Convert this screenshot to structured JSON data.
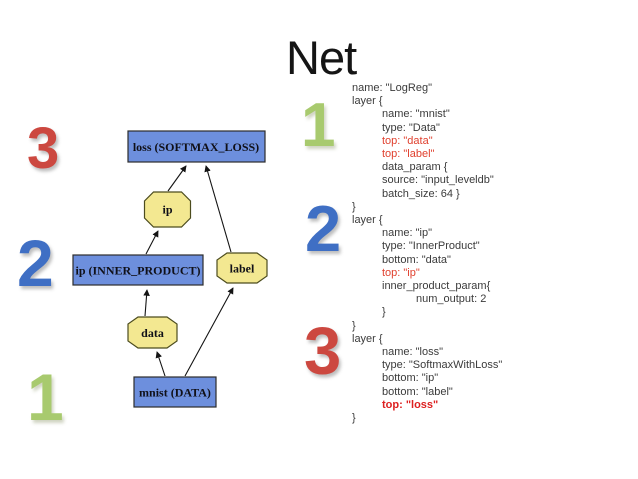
{
  "title": "Net",
  "numbers": {
    "left": [
      {
        "value": "3",
        "color": "#cc4840"
      },
      {
        "value": "2",
        "color": "#3f6fc4"
      },
      {
        "value": "1",
        "color": "#a8ca6e"
      }
    ],
    "middle": [
      {
        "value": "1",
        "color": "#a8ca6e"
      },
      {
        "value": "2",
        "color": "#3f6fc4"
      },
      {
        "value": "3",
        "color": "#cc4840"
      }
    ]
  },
  "colors": {
    "layer_node_fill": "#6d8fdd",
    "blob_node_fill": "#f3e891",
    "code_text": "#3b3b3b",
    "code_highlight": "#e0402e",
    "title_text": "#151515"
  },
  "diagram": {
    "nodes": [
      {
        "id": "loss",
        "label": "loss (SOFTMAX_LOSS)",
        "shape": "rect"
      },
      {
        "id": "ip-blob",
        "label": "ip",
        "shape": "octagon"
      },
      {
        "id": "ip-layer",
        "label": "ip (INNER_PRODUCT)",
        "shape": "rect"
      },
      {
        "id": "label-blob",
        "label": "label",
        "shape": "octagon"
      },
      {
        "id": "data-blob",
        "label": "data",
        "shape": "octagon"
      },
      {
        "id": "mnist",
        "label": "mnist (DATA)",
        "shape": "rect"
      }
    ],
    "edges": [
      {
        "from": "mnist",
        "to": "data-blob"
      },
      {
        "from": "mnist",
        "to": "label-blob"
      },
      {
        "from": "data-blob",
        "to": "ip-layer"
      },
      {
        "from": "ip-layer",
        "to": "ip-blob"
      },
      {
        "from": "ip-blob",
        "to": "loss"
      },
      {
        "from": "label-blob",
        "to": "loss"
      }
    ]
  },
  "code": {
    "lines": [
      {
        "text": "name: \"LogReg\"",
        "indent": 0,
        "cls": ""
      },
      {
        "text": "layer {",
        "indent": 0,
        "cls": ""
      },
      {
        "text": "name: \"mnist\"",
        "indent": 1,
        "cls": ""
      },
      {
        "text": "type: \"Data\"",
        "indent": 1,
        "cls": ""
      },
      {
        "text": "top: \"data\"",
        "indent": 1,
        "cls": "red"
      },
      {
        "text": "top: \"label\"",
        "indent": 1,
        "cls": "red"
      },
      {
        "text": "data_param {",
        "indent": 1,
        "cls": ""
      },
      {
        "text": "source: \"input_leveldb\"",
        "indent": 1,
        "cls": ""
      },
      {
        "text": "batch_size: 64 }",
        "indent": 1,
        "cls": ""
      },
      {
        "text": "}",
        "indent": 0,
        "cls": ""
      },
      {
        "text": "layer {",
        "indent": 0,
        "cls": ""
      },
      {
        "text": "name: \"ip\"",
        "indent": 1,
        "cls": ""
      },
      {
        "text": "type: \"InnerProduct\"",
        "indent": 1,
        "cls": ""
      },
      {
        "text": "bottom: \"data\"",
        "indent": 1,
        "cls": ""
      },
      {
        "text": "top: \"ip\"",
        "indent": 1,
        "cls": "red"
      },
      {
        "text": "inner_product_param{",
        "indent": 1,
        "cls": ""
      },
      {
        "text": "num_output: 2",
        "indent": 2,
        "cls": ""
      },
      {
        "text": "}",
        "indent": 1,
        "cls": ""
      },
      {
        "text": "}",
        "indent": 0,
        "cls": ""
      },
      {
        "text": "layer {",
        "indent": 0,
        "cls": ""
      },
      {
        "text": "name: \"loss\"",
        "indent": 1,
        "cls": ""
      },
      {
        "text": "type: \"SoftmaxWithLoss\"",
        "indent": 1,
        "cls": ""
      },
      {
        "text": "bottom: \"ip\"",
        "indent": 1,
        "cls": ""
      },
      {
        "text": "bottom: \"label\"",
        "indent": 1,
        "cls": ""
      },
      {
        "text": "top: \"loss\"",
        "indent": 1,
        "cls": "red-bold"
      },
      {
        "text": "}",
        "indent": 0,
        "cls": ""
      }
    ]
  }
}
